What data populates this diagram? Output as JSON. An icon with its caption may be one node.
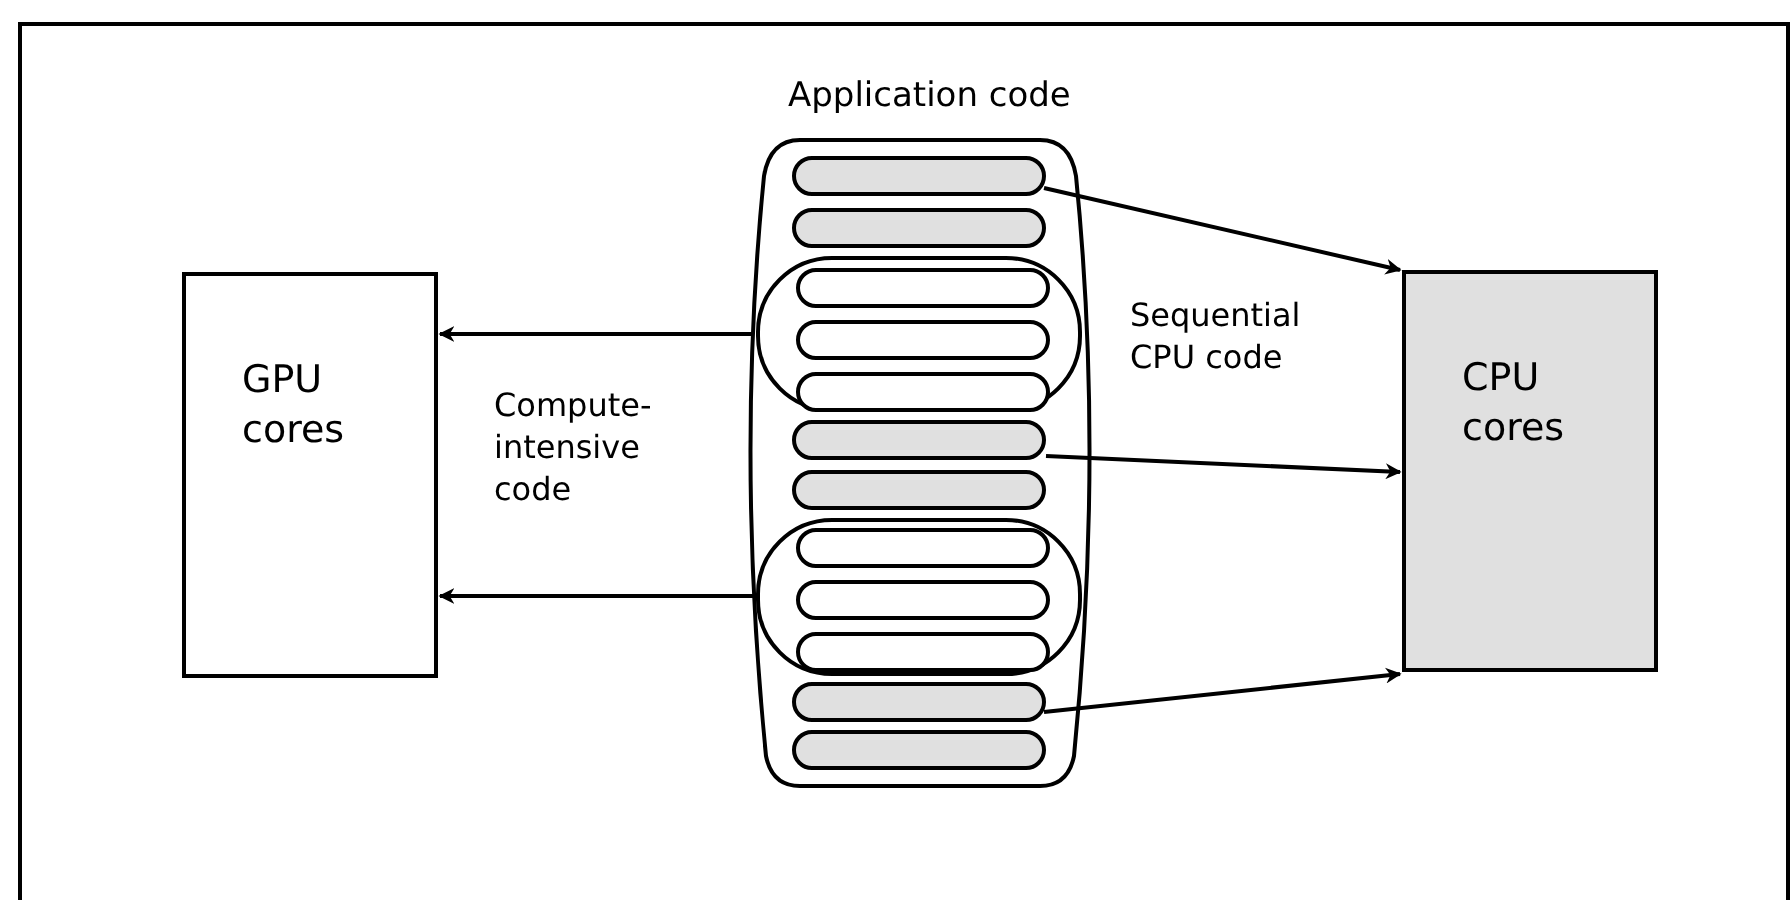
{
  "diagram": {
    "nodes": [
      {
        "text": [
          "Application code"
        ]
      },
      {
        "text": [],
        "shape": "bar",
        "in": 0
      },
      {
        "text": [],
        "shape": "bar",
        "in": 0
      },
      {
        "text": [],
        "shape": "box",
        "in": 0
      },
      {
        "text": [],
        "shape": "bar",
        "in": 3
      },
      {
        "text": [],
        "shape": "bar",
        "in": 3
      },
      {
        "text": [],
        "shape": "bar",
        "in": 3
      },
      {
        "text": [],
        "shape": "bar",
        "in": 0
      },
      {
        "text": [],
        "shape": "bar",
        "in": 0
      },
      {
        "text": [],
        "shape": "box",
        "in": 0
      },
      {
        "text": [],
        "shape": "bar",
        "in": 9
      },
      {
        "text": [],
        "shape": "bar",
        "in": 9
      },
      {
        "text": [],
        "shape": "bar",
        "in": 9
      },
      {
        "text": [],
        "shape": "bar",
        "in": 0
      },
      {
        "text": [],
        "shape": "bar",
        "in": 0
      },
      {
        "text": [
          "GPU cores"
        ]
      },
      {
        "text": [
          "CPU cores"
        ]
      }
    ],
    "edges": [
      {
        "from": 1,
        "to": 16,
        "arrow": "to"
      },
      {
        "from": 3,
        "to": 15,
        "arrow": "to"
      },
      {
        "from": 7,
        "to": 16,
        "arrow": "to"
      },
      {
        "from": 9,
        "to": 15,
        "arrow": "to"
      },
      {
        "from": 13,
        "to": 16,
        "arrow": "to"
      }
    ],
    "labels": [
      "Sequential CPU code",
      "Compute-intensive code"
    ]
  }
}
